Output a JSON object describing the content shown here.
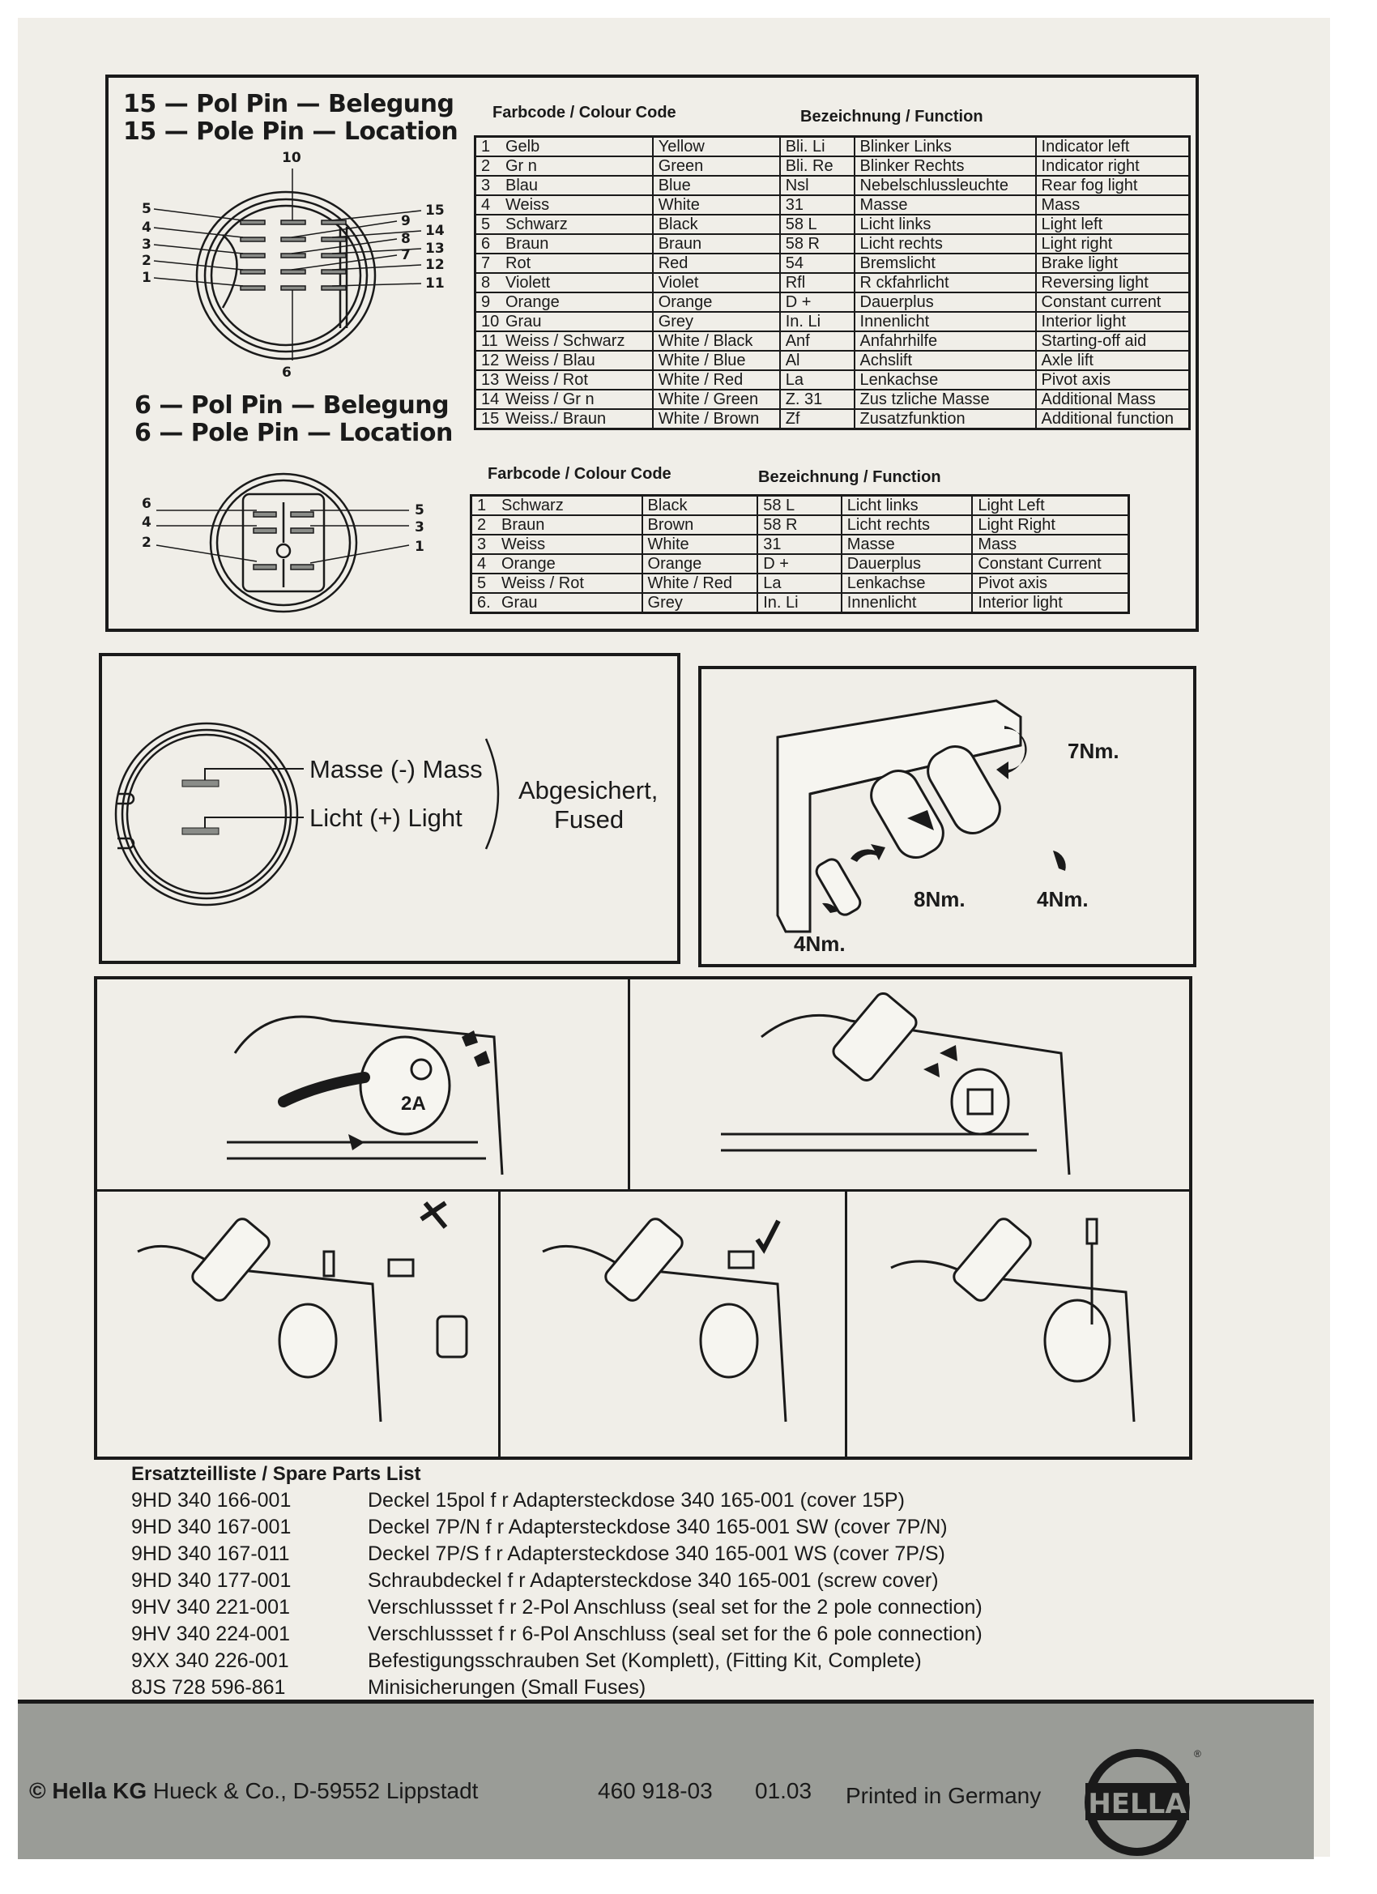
{
  "pin15": {
    "title_de": "15 — Pol Pin — Belegung",
    "title_en": "15 — Pole Pin — Location",
    "pin_labels": [
      "10",
      "5",
      "4",
      "3",
      "2",
      "1",
      "15",
      "9",
      "14",
      "8",
      "13",
      "7",
      "12",
      "11",
      "6"
    ]
  },
  "pin6": {
    "title_de": "6 — Pol Pin — Belegung",
    "title_en": "6 — Pole Pin — Location",
    "pin_labels": [
      "6",
      "4",
      "2",
      "5",
      "3",
      "1"
    ]
  },
  "table15": {
    "colour_header": "Farbcode / Colour Code",
    "function_header": "Bezeichnung / Function",
    "rows": [
      [
        "1",
        "Gelb",
        "Yellow",
        "Bli. Li",
        "Blinker Links",
        "Indicator left"
      ],
      [
        "2",
        "Gr n",
        "Green",
        "Bli. Re",
        "Blinker Rechts",
        "Indicator right"
      ],
      [
        "3",
        "Blau",
        "Blue",
        "Nsl",
        "Nebelschlussleuchte",
        "Rear fog light"
      ],
      [
        "4",
        "Weiss",
        "White",
        "31",
        "Masse",
        "Mass"
      ],
      [
        "5",
        "Schwarz",
        "Black",
        "58 L",
        "Licht links",
        "Light left"
      ],
      [
        "6",
        "Braun",
        "Braun",
        "58 R",
        "Licht rechts",
        "Light right"
      ],
      [
        "7",
        "Rot",
        "Red",
        "54",
        "Bremslicht",
        "Brake light"
      ],
      [
        "8",
        "Violett",
        "Violet",
        "Rfl",
        "R ckfahrlicht",
        "Reversing light"
      ],
      [
        "9",
        "Orange",
        "Orange",
        "D +",
        "Dauerplus",
        "Constant current"
      ],
      [
        "10",
        "Grau",
        "Grey",
        "In. Li",
        "Innenlicht",
        "Interior light"
      ],
      [
        "11",
        "Weiss / Schwarz",
        "White / Black",
        "Anf",
        "Anfahrhilfe",
        "Starting-off aid"
      ],
      [
        "12",
        "Weiss / Blau",
        "White / Blue",
        "Al",
        "Achslift",
        "Axle lift"
      ],
      [
        "13",
        "Weiss / Rot",
        "White / Red",
        "La",
        "Lenkachse",
        "Pivot axis"
      ],
      [
        "14",
        "Weiss / Gr n",
        "White / Green",
        "Z. 31",
        "Zus tzliche Masse",
        "Additional Mass"
      ],
      [
        "15",
        "Weiss./ Braun",
        "White / Brown",
        "Zf",
        "Zusatzfunktion",
        "Additional function"
      ]
    ]
  },
  "table6": {
    "colour_header": "Farbcode / Colour Code",
    "function_header": "Bezeichnung / Function",
    "rows": [
      [
        "1",
        "Schwarz",
        "Black",
        "58 L",
        "Licht links",
        "Light Left"
      ],
      [
        "2",
        "Braun",
        "Brown",
        "58 R",
        "Licht rechts",
        "Light Right"
      ],
      [
        "3",
        "Weiss",
        "White",
        "31",
        "Masse",
        "Mass"
      ],
      [
        "4",
        "Orange",
        "Orange",
        "D +",
        "Dauerplus",
        "Constant Current"
      ],
      [
        "5",
        "Weiss / Rot",
        "White / Red",
        "La",
        "Lenkachse",
        "Pivot axis"
      ],
      [
        "6.",
        "Grau",
        "Grey",
        "In. Li",
        "Innenlicht",
        "Interior light"
      ]
    ]
  },
  "pole2": {
    "mass": "Masse (-) Mass",
    "light": "Licht (+) Light",
    "fused_de": "Abgesichert,",
    "fused_en": "Fused"
  },
  "torque": {
    "t1": "7Nm.",
    "t2": "8Nm.",
    "t3": "4Nm.",
    "t4": "4Nm."
  },
  "steps": {
    "fuse_label": "2A"
  },
  "spare": {
    "title": "Ersatzteilliste / Spare Parts List",
    "items": [
      [
        "9HD 340 166-001",
        "Deckel 15pol f r Adaptersteckdose 340 165-001 (cover 15P)"
      ],
      [
        "9HD 340 167-001",
        "Deckel 7P/N f r Adaptersteckdose  340 165-001 SW (cover 7P/N)"
      ],
      [
        "9HD 340 167-011",
        "Deckel 7P/S f r Adaptersteckdose 340 165-001 WS (cover 7P/S)"
      ],
      [
        "9HD 340 177-001",
        "Schraubdeckel f r Adaptersteckdose 340 165-001 (screw cover)"
      ],
      [
        "9HV 340 221-001",
        "Verschlussset f r 2-Pol Anschluss (seal set for the 2 pole connection)"
      ],
      [
        "9HV 340 224-001",
        "Verschlussset f r 6-Pol Anschluss (seal set for the 6 pole connection)"
      ],
      [
        "9XX 340 226-001",
        "Befestigungsschrauben Set (Komplett), (Fitting Kit, Complete)"
      ],
      [
        "8JS  728 596-861",
        "Minisicherungen (Small Fuses)"
      ]
    ]
  },
  "footer": {
    "company_bold": "© Hella KG",
    "company_rest": " Hueck & Co., D-59552 Lippstadt",
    "doc_no": "460 918-03",
    "date": "01.03",
    "printed": "Printed in Germany",
    "logo": "HELLA"
  },
  "colors": {
    "paper": "#f0eee8",
    "ink": "#1a1a1a",
    "footer_band": "#9a9c97"
  }
}
